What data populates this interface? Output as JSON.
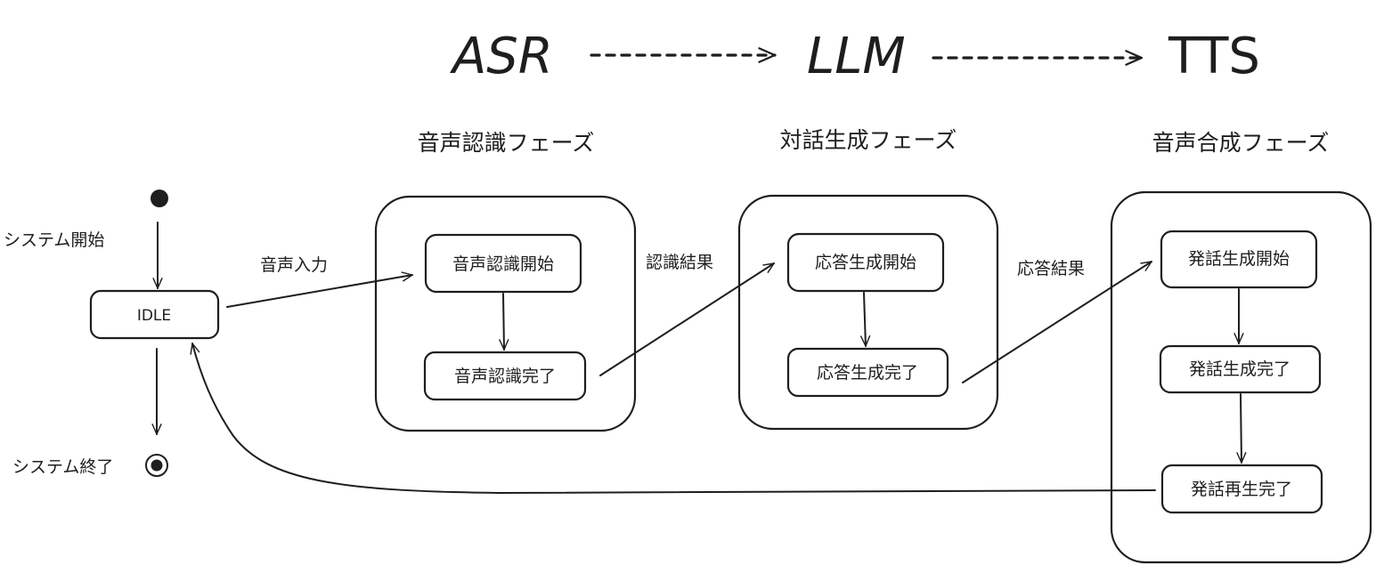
{
  "pipeline": {
    "asr": "ASR",
    "llm": "LLM",
    "tts": "TTS"
  },
  "phases": {
    "asr_title": "音声認識フェーズ",
    "llm_title": "対話生成フェーズ",
    "tts_title": "音声合成フェーズ"
  },
  "states": {
    "idle": "IDLE",
    "asr_start": "音声認識開始",
    "asr_done": "音声認識完了",
    "llm_start": "応答生成開始",
    "llm_done": "応答生成完了",
    "tts_start": "発話生成開始",
    "tts_done": "発話生成完了",
    "playback_done": "発話再生完了"
  },
  "labels": {
    "system_start": "システム開始",
    "system_end": "システム終了",
    "voice_input": "音声入力",
    "recognition_result": "認識結果",
    "response_result": "応答結果"
  },
  "colors": {
    "stroke": "#1e1e1e",
    "background": "#ffffff"
  }
}
